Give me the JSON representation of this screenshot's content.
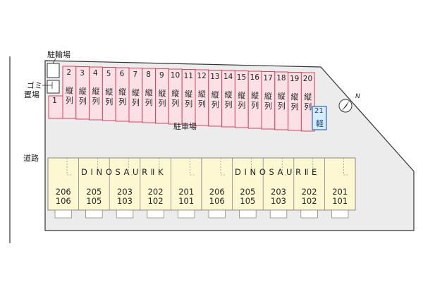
{
  "labels": {
    "bicycle_parking": "駐輪場",
    "garbage_area": [
      "ゴミ",
      "置場"
    ],
    "parking_lot": "駐車場",
    "road": "道路",
    "north": "N"
  },
  "colors": {
    "site_fill": "#ececec",
    "site_border": "#333333",
    "parking_fill": "#fbe0e6",
    "parking_border": "#d24660",
    "light_car_fill": "#d6ecff",
    "light_car_border": "#2a6ab8",
    "building_fill": "#fdf8d2",
    "building_border": "#888888"
  },
  "parking": {
    "first_space": "1",
    "spaces": [
      "2",
      "3",
      "4",
      "5",
      "6",
      "7",
      "8",
      "9",
      "10",
      "11",
      "12",
      "13",
      "14",
      "15",
      "16",
      "17",
      "18",
      "19",
      "20"
    ],
    "space_note": [
      "縦",
      "列"
    ],
    "light_car_space": "21",
    "light_car_note": "軽"
  },
  "buildings": [
    {
      "name": "D I N O S A U R Ⅱ K",
      "units": [
        {
          "upper": "206",
          "lower": "106"
        },
        {
          "upper": "205",
          "lower": "105"
        },
        {
          "upper": "203",
          "lower": "103"
        },
        {
          "upper": "202",
          "lower": "102"
        },
        {
          "upper": "201",
          "lower": "101"
        }
      ]
    },
    {
      "name": "D I N O S A U R Ⅱ E",
      "units": [
        {
          "upper": "206",
          "lower": "106"
        },
        {
          "upper": "205",
          "lower": "105"
        },
        {
          "upper": "203",
          "lower": "103"
        },
        {
          "upper": "202",
          "lower": "102"
        },
        {
          "upper": "201",
          "lower": "101"
        }
      ]
    }
  ]
}
